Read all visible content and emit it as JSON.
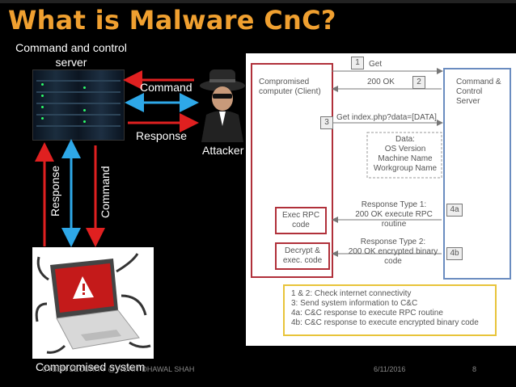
{
  "title": "What is Malware CnC?",
  "server_label": "Command and control server",
  "attacker_label": "Attacker",
  "top_arrows": {
    "command": "Command",
    "response": "Response"
  },
  "vertical_labels": {
    "response": "Response",
    "command": "Command"
  },
  "compromised_label": "Compromised system",
  "footer": {
    "author": "CYBER SECURITY @ ROHIT DHAWAL SHAH",
    "date": "6/11/2016",
    "page": "8"
  },
  "diagram": {
    "client_label": "Compromised computer (Client)",
    "server_label": "Command & Control Server",
    "step1": {
      "num": "1",
      "text": "Get"
    },
    "step2": {
      "num": "2",
      "text": "200 OK"
    },
    "step3": {
      "num": "3",
      "text": "Get index.php?data=[DATA]"
    },
    "data_box": [
      "Data:",
      "OS Version",
      "Machine Name",
      "Workgroup Name"
    ],
    "step4a": {
      "num": "4a",
      "line1": "Response Type 1:",
      "line2": "200 OK execute RPC routine"
    },
    "step4b": {
      "num": "4b",
      "line1": "Response Type 2:",
      "line2": "200 OK encrypted binary code"
    },
    "exec_rpc": "Exec RPC code",
    "decrypt": "Decrypt & exec. code",
    "legend": [
      "1 & 2: Check internet connectivity",
      "3: Send system information to C&C",
      "4a: C&C response to execute RPC routine",
      "4b: C&C response to execute encrypted binary code"
    ]
  },
  "colors": {
    "title": "#f0a030",
    "arrow_red": "#e02020",
    "arrow_blue": "#2ea8e8"
  }
}
